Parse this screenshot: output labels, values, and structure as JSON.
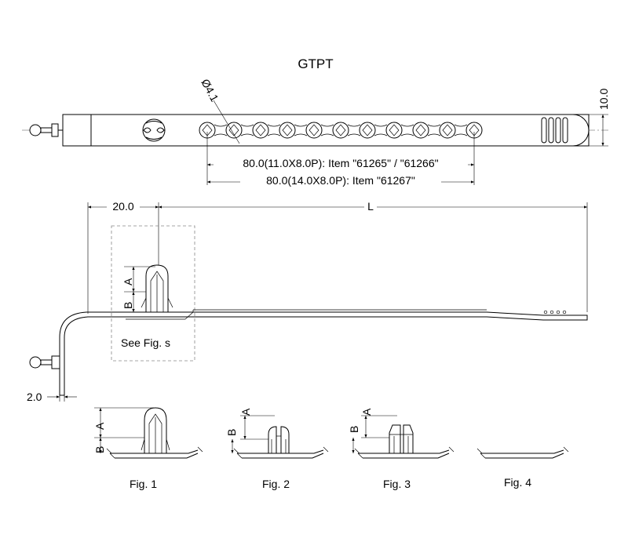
{
  "title": "GTPT",
  "top_view": {
    "hole_dia_label": "Ø4.1",
    "height_label": "10.0",
    "pitch_label_1": "80.0(11.0X8.0P): Item \"61265\" / \"61266\"",
    "pitch_label_2": "80.0(14.0X8.0P): Item \"61267\""
  },
  "side_view": {
    "offset_label": "20.0",
    "length_label": "L",
    "a_label": "A",
    "b_label": "B",
    "see_label": "See Fig. s",
    "bottom_label": "2.0"
  },
  "figures": [
    {
      "label": "Fig. 1",
      "a": "A",
      "b": "B"
    },
    {
      "label": "Fig. 2",
      "a": "A",
      "b": "B"
    },
    {
      "label": "Fig. 3",
      "a": "A",
      "b": "B"
    },
    {
      "label": "Fig. 4"
    }
  ]
}
